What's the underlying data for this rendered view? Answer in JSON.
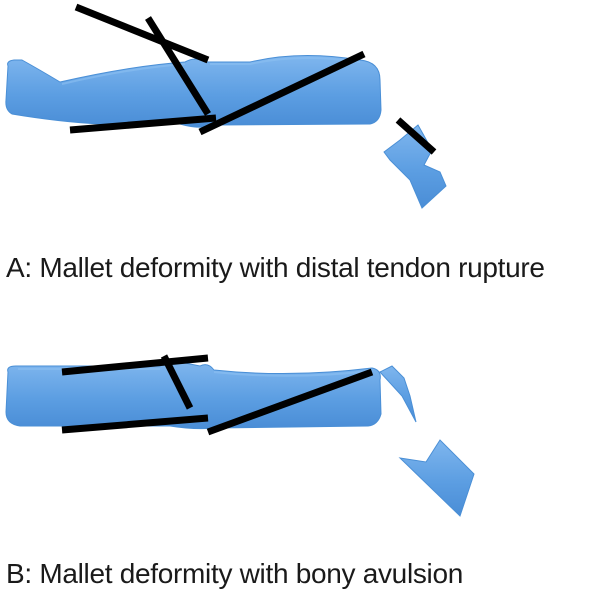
{
  "panels": [
    {
      "id": "A",
      "caption": "A: Mallet deformity with distal tendon rupture"
    },
    {
      "id": "B",
      "caption": "B: Mallet deformity with bony avulsion"
    }
  ],
  "colors": {
    "bone_fill": "#5fa0e3",
    "bone_edge": "#4a8fd6",
    "bone_highlight": "#8cc0f2",
    "tendon": "#000000",
    "text": "#1a1a1a",
    "background": "#ffffff"
  }
}
